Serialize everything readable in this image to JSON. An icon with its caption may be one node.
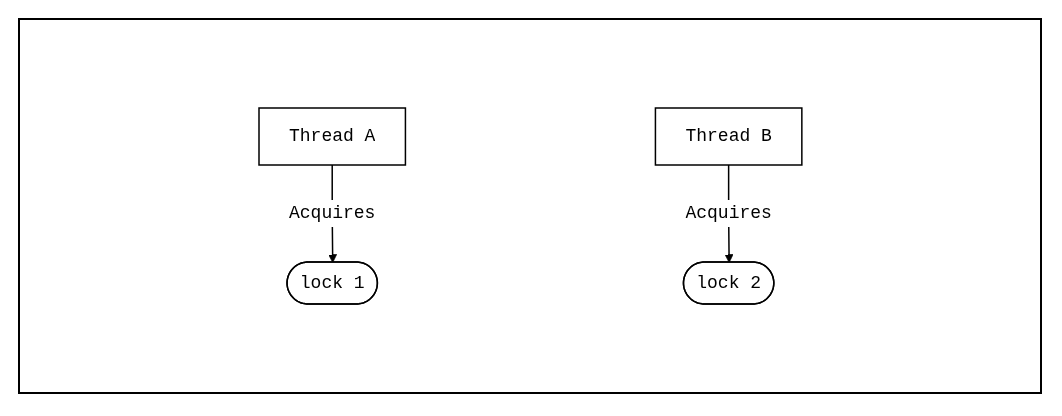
{
  "diagram": {
    "nodes": [
      {
        "text": [
          "Thread A"
        ]
      },
      {
        "text": [
          "lock 1"
        ]
      },
      {
        "text": [
          "Thread B"
        ]
      },
      {
        "text": [
          "lock 2"
        ]
      }
    ],
    "edges": [
      {
        "from": 0,
        "to": 1,
        "arrow": "to",
        "label": "Acquires"
      },
      {
        "from": 2,
        "to": 3,
        "arrow": "to",
        "label": "Acquires"
      }
    ]
  }
}
